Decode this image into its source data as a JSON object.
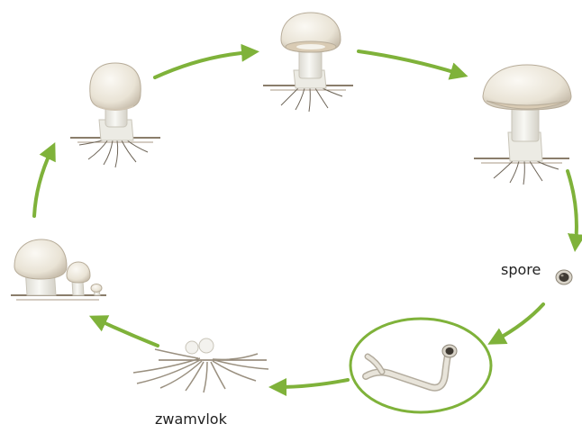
{
  "labels": {
    "spore": "spore",
    "mycelium": "zwamvlok"
  },
  "stages": [
    "full-grown-mushroom-closed-cap",
    "mushroom-opening-cap",
    "mature-mushroom-open-cap",
    "spore",
    "germinating-spore-hypha",
    "mycelium",
    "young-mushroom-buttons"
  ],
  "colors": {
    "arrow": "#7fb23a",
    "highlight_circle": "#7fb23a",
    "cap": "#efeadf",
    "cap_shadow": "#c9bfae",
    "stem": "#f2f2ee",
    "soil": "#8a7d6b",
    "roots": "#6e6558",
    "gill": "#d9cbb4",
    "hypha": "#cfc9bd",
    "spore_dark": "#3f3a33"
  }
}
